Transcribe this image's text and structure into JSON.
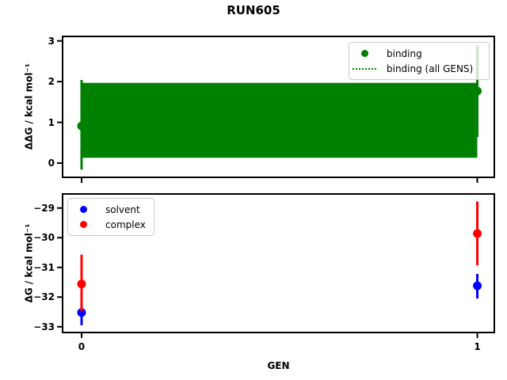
{
  "figure": {
    "title": "RUN605",
    "background_color": "#ffffff",
    "axis_color": "#000000"
  },
  "chart_data": [
    {
      "id": "ddg-subplot",
      "type": "scatter",
      "ylabel": "ΔΔG / kcal mol⁻¹",
      "xlim": [
        -0.05,
        1.045
      ],
      "ylim": [
        -0.37,
        3.13
      ],
      "yticks": [
        0,
        1,
        2,
        3
      ],
      "xticks": [
        0,
        1
      ],
      "xtick_labels_visible": false,
      "band": {
        "label": "binding (all GENS)",
        "center": 1.05,
        "low": 0.13,
        "high": 1.97,
        "x_start": 0,
        "x_end": 1,
        "color": "#008000",
        "center_line_style": "dotted"
      },
      "series": [
        {
          "name": "binding",
          "color": "#008000",
          "marker": "circle",
          "points": [
            {
              "x": 0,
              "y": 0.91,
              "err_up": 1.13,
              "err_down": 1.07
            },
            {
              "x": 1,
              "y": 1.77,
              "err_up": 1.13,
              "err_down": 1.13
            }
          ]
        }
      ],
      "legend": {
        "position": "upper right",
        "entries": [
          {
            "label": "binding",
            "marker": "dot",
            "color": "#008000"
          },
          {
            "label": "binding (all GENS)",
            "marker": "dotted-line",
            "color": "#008000"
          }
        ]
      }
    },
    {
      "id": "dg-subplot",
      "type": "scatter",
      "ylabel": "ΔG / kcal mol⁻¹",
      "xlabel": "GEN",
      "xlim": [
        -0.05,
        1.045
      ],
      "ylim": [
        -33.22,
        -28.5
      ],
      "yticks": [
        -29,
        -30,
        -31,
        -32,
        -33
      ],
      "xticks": [
        0,
        1
      ],
      "xtick_labels_visible": true,
      "series": [
        {
          "name": "solvent",
          "color": "#0000ff",
          "marker": "circle",
          "points": [
            {
              "x": 0,
              "y": -32.52,
              "err_up": 0.43,
              "err_down": 0.43
            },
            {
              "x": 1,
              "y": -31.62,
              "err_up": 0.4,
              "err_down": 0.43
            }
          ]
        },
        {
          "name": "complex",
          "color": "#ff0000",
          "marker": "circle",
          "points": [
            {
              "x": 0,
              "y": -31.56,
              "err_up": 0.99,
              "err_down": 0.92
            },
            {
              "x": 1,
              "y": -29.86,
              "err_up": 1.08,
              "err_down": 1.07
            }
          ]
        }
      ],
      "legend": {
        "position": "upper left",
        "entries": [
          {
            "label": "solvent",
            "marker": "dot",
            "color": "#0000ff"
          },
          {
            "label": "complex",
            "marker": "dot",
            "color": "#ff0000"
          }
        ]
      }
    }
  ]
}
